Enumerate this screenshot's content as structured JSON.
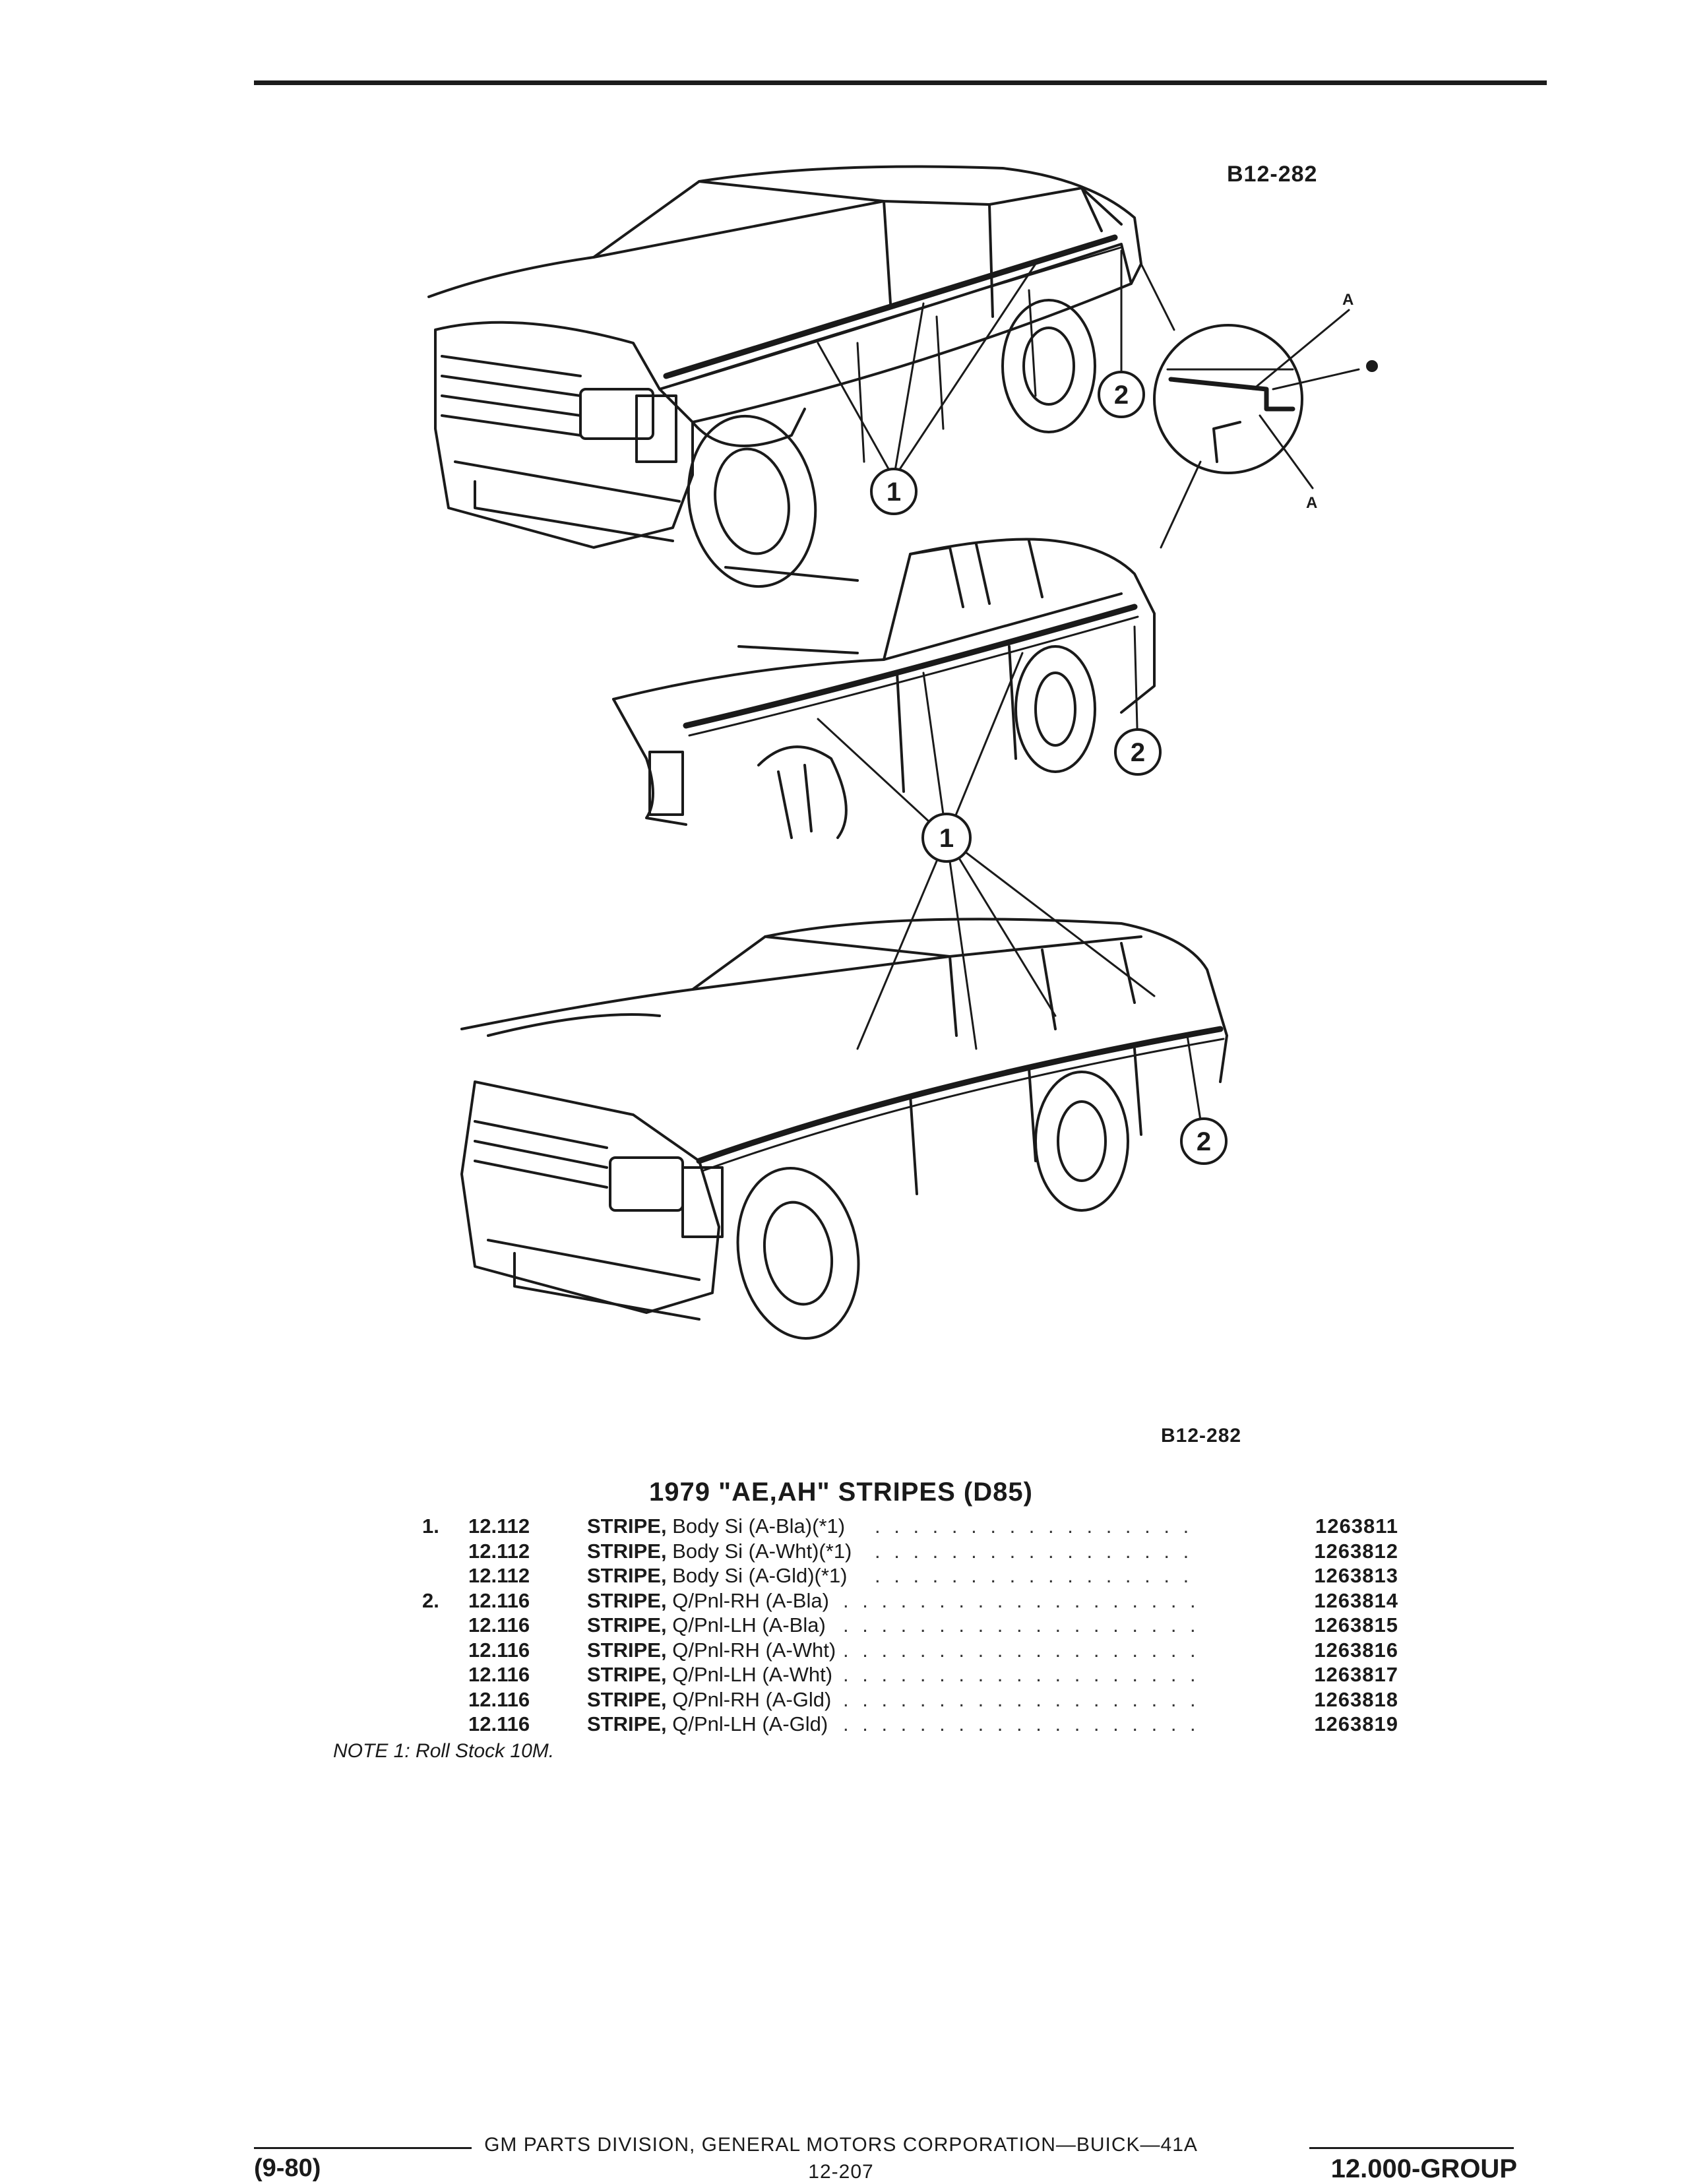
{
  "figure": {
    "code_top": "B12-282",
    "code_bottom": "B12-282",
    "callouts": {
      "one": "1",
      "two": "2",
      "detail_letter": "A"
    }
  },
  "title": "1979 \"AE,AH\" STRIPES (D85)",
  "parts": [
    {
      "index": "1.",
      "group": "12.112",
      "name": "STRIPE,",
      "desc": "Body Si (A-Bla)(*1)",
      "part_no": "1263811"
    },
    {
      "index": "",
      "group": "12.112",
      "name": "STRIPE,",
      "desc": "Body Si (A-Wht)(*1)",
      "part_no": "1263812"
    },
    {
      "index": "",
      "group": "12.112",
      "name": "STRIPE,",
      "desc": "Body Si (A-Gld)(*1)",
      "part_no": "1263813"
    },
    {
      "index": "2.",
      "group": "12.116",
      "name": "STRIPE,",
      "desc": "Q/Pnl-RH (A-Bla)",
      "part_no": "1263814"
    },
    {
      "index": "",
      "group": "12.116",
      "name": "STRIPE,",
      "desc": "Q/Pnl-LH (A-Bla)",
      "part_no": "1263815"
    },
    {
      "index": "",
      "group": "12.116",
      "name": "STRIPE,",
      "desc": "Q/Pnl-RH (A-Wht)",
      "part_no": "1263816"
    },
    {
      "index": "",
      "group": "12.116",
      "name": "STRIPE,",
      "desc": "Q/Pnl-LH (A-Wht)",
      "part_no": "1263817"
    },
    {
      "index": "",
      "group": "12.116",
      "name": "STRIPE,",
      "desc": "Q/Pnl-RH (A-Gld)",
      "part_no": "1263818"
    },
    {
      "index": "",
      "group": "12.116",
      "name": "STRIPE,",
      "desc": "Q/Pnl-LH (A-Gld)",
      "part_no": "1263819"
    }
  ],
  "note": "NOTE 1: Roll Stock 10M.",
  "footer": {
    "publisher": "GM PARTS DIVISION, GENERAL MOTORS CORPORATION—BUICK—41A",
    "page": "12-207",
    "date": "(9-80)",
    "group": "12.000-GROUP"
  },
  "dots": ". . . . . . . . . . . . . . . . . . . . . . . . . . . . . . . . . . . ."
}
